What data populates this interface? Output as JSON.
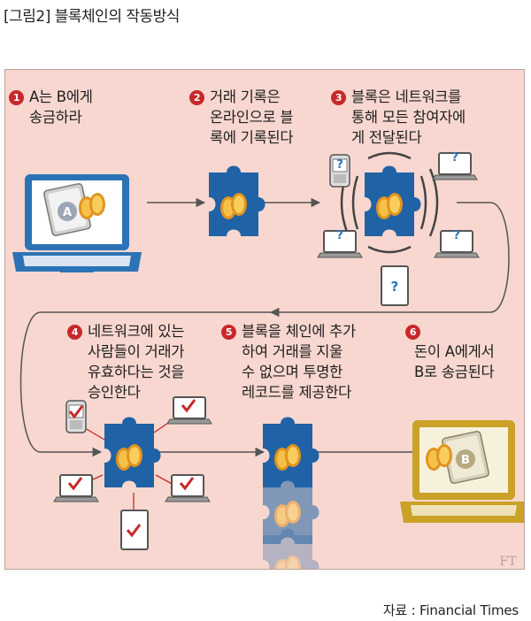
{
  "figure": {
    "title": "[그림2] 블록체인의 작동방식",
    "source": "자료 : Financial Times",
    "watermark": "FT"
  },
  "steps": [
    {
      "num": "1",
      "line1": "A는 B에게",
      "line2": "송금하라",
      "line3": ""
    },
    {
      "num": "2",
      "line1": "거래 기록은",
      "line2": "온라인으로 블",
      "line3": "록에 기록된다"
    },
    {
      "num": "3",
      "line1": "블록은 네트워크를",
      "line2": "통해 모든 참여자에",
      "line3": "게 전달된다"
    },
    {
      "num": "4",
      "line1": "네트워크에 있는",
      "line2": "사람들이 거래가",
      "line3": "유효하다는 것을",
      "line4": "승인한다"
    },
    {
      "num": "5",
      "line1": "블록을 체인에 추가",
      "line2": "하여 거래를 지울",
      "line3": "수 없으며 투명한",
      "line4": "레코드를 제공한다"
    },
    {
      "num": "6",
      "line1": "돈이 A에게서",
      "line2": "B로 송금된다"
    }
  ],
  "labels": {
    "sender": "A",
    "receiver": "B",
    "unknown": "?"
  },
  "colors": {
    "panel_bg": "#f7d7cf",
    "accent_red": "#c8282a",
    "laptop_blue": "#2b73b6",
    "laptop_gold": "#c9a227",
    "coin_gold": "#f0a830",
    "block_blue": "#1f63a6"
  }
}
